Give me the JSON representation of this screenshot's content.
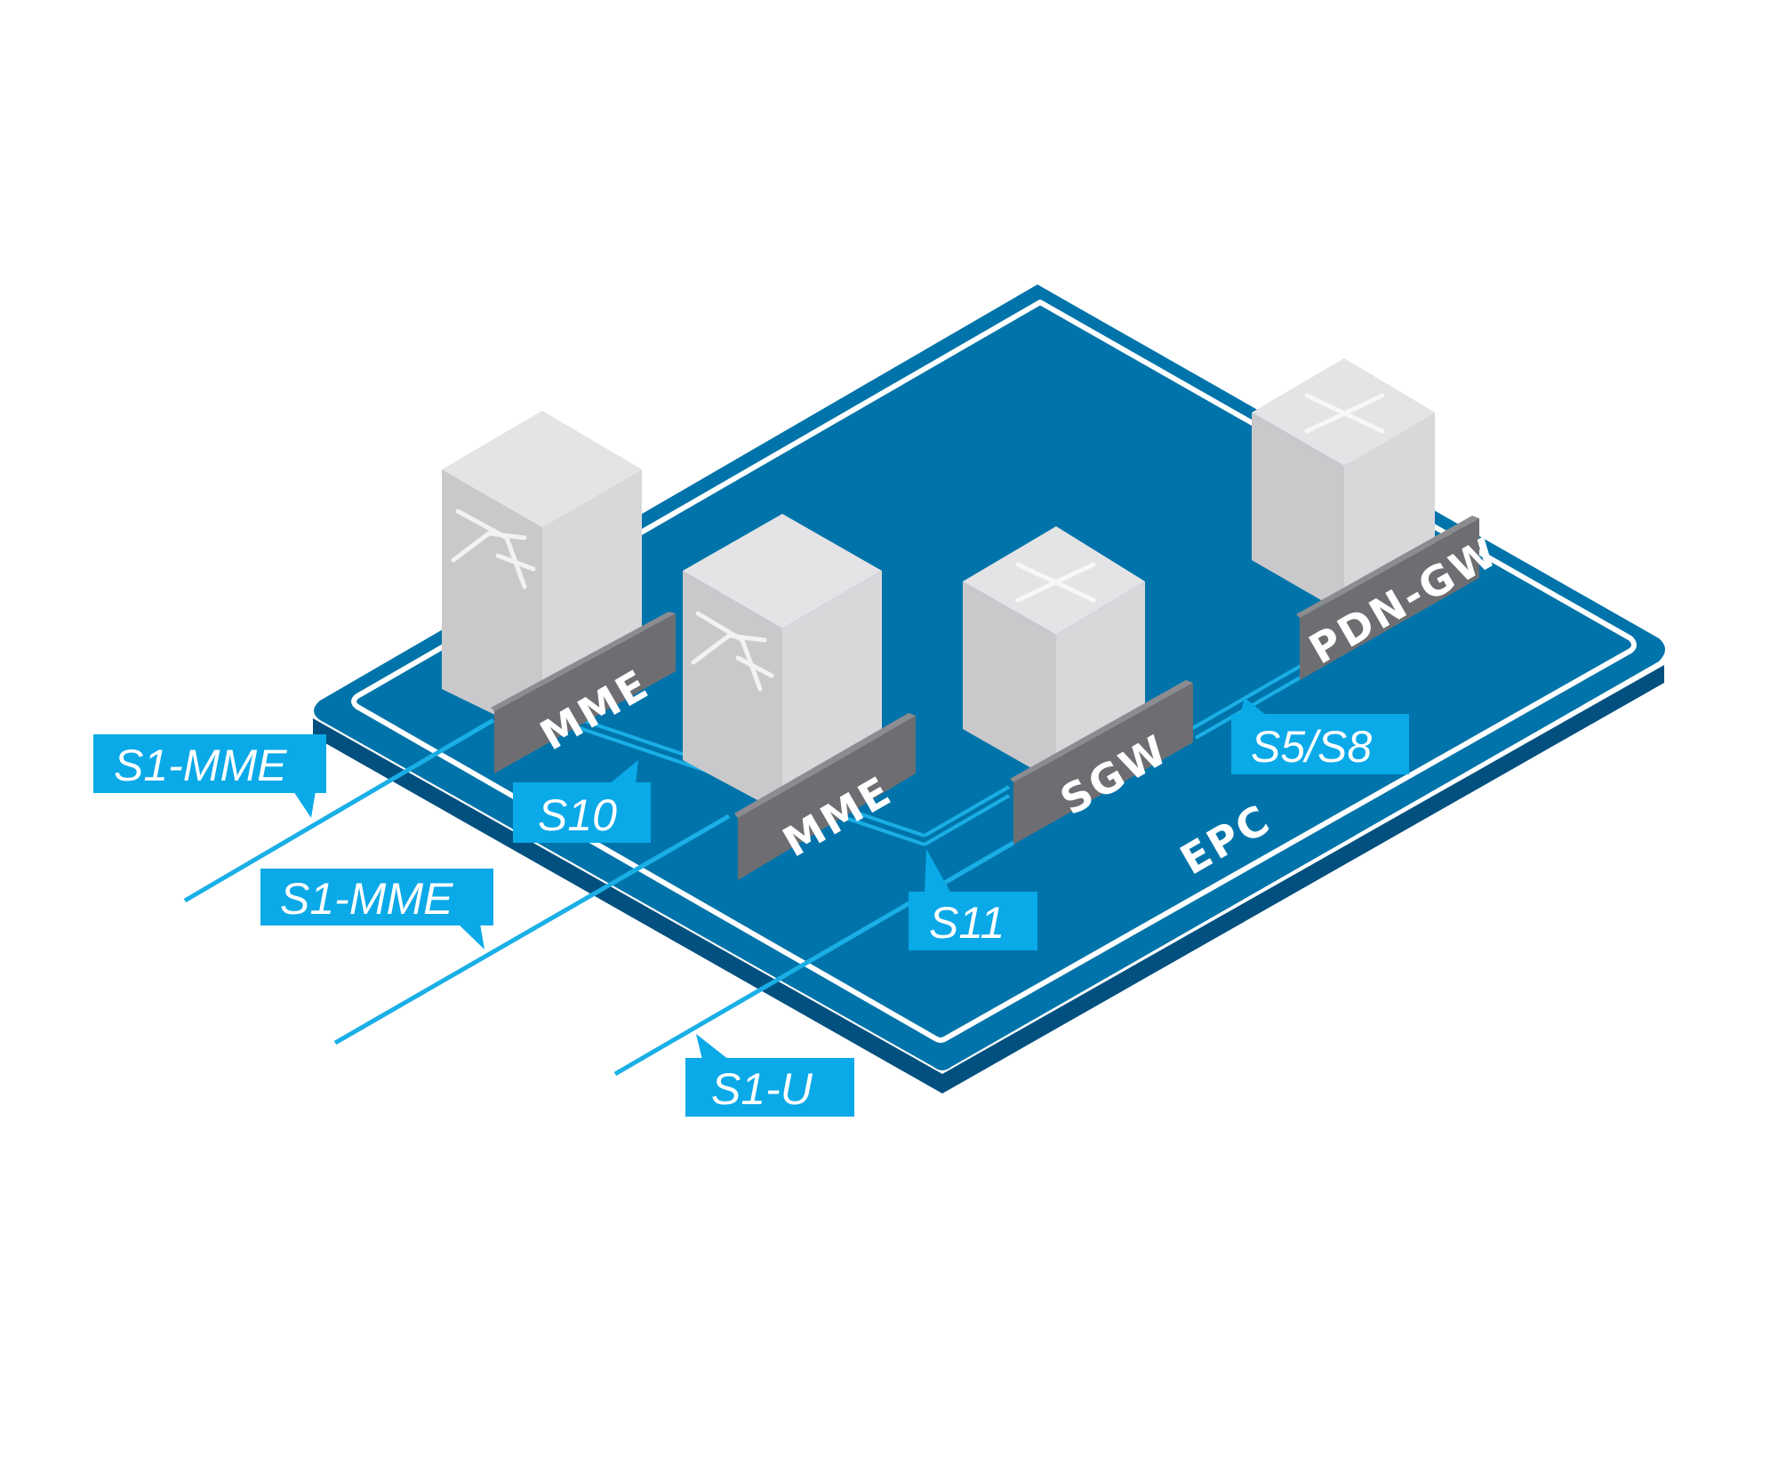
{
  "colors": {
    "platform_top": "#0074aa",
    "platform_side": "#02507f",
    "platform_edge": "#ffffff",
    "interface_line": "#1aafe6",
    "callout_fill": "#0aa9e8",
    "label_plate": "#6e6e72",
    "server_top": "#e4e4e6",
    "server_left": "#c9c9cc",
    "server_right": "#d8d8db"
  },
  "platform": {
    "label": "EPC"
  },
  "nodes": [
    {
      "id": "mme1",
      "label": "MME",
      "icon": "switch-arrows-icon"
    },
    {
      "id": "mme2",
      "label": "MME",
      "icon": "switch-arrows-icon"
    },
    {
      "id": "sgw",
      "label": "SGW",
      "icon": "router-arrows-icon"
    },
    {
      "id": "pdngw",
      "label": "PDN-GW",
      "icon": "router-arrows-icon"
    }
  ],
  "interfaces": [
    {
      "id": "s1mme_1",
      "label": "S1-MME"
    },
    {
      "id": "s1mme_2",
      "label": "S1-MME"
    },
    {
      "id": "s10",
      "label": "S10"
    },
    {
      "id": "s11",
      "label": "S11"
    },
    {
      "id": "s5s8",
      "label": "S5/S8"
    },
    {
      "id": "s1u",
      "label": "S1-U"
    }
  ]
}
